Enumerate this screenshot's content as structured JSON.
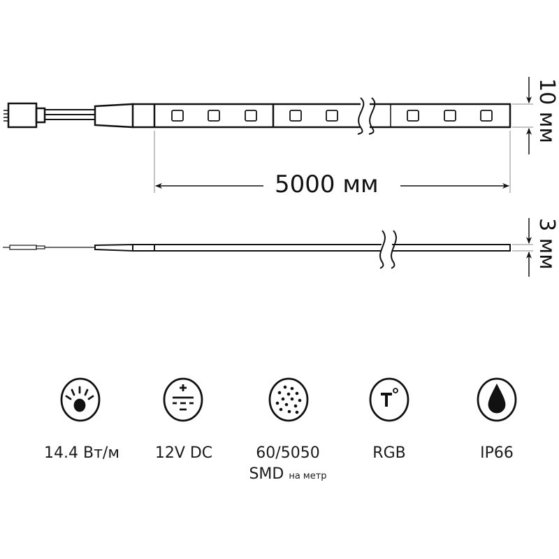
{
  "dimensions": {
    "length": "5000 мм",
    "width": "10 мм",
    "thickness": "3 мм"
  },
  "specs": [
    {
      "icon": "power-icon",
      "label": "14.4 Вт/м"
    },
    {
      "icon": "dc-voltage-icon",
      "label": "12V DC"
    },
    {
      "icon": "led-dots-icon",
      "label": "60/5050",
      "sub_main": "SMD",
      "sub_small": "на метр"
    },
    {
      "icon": "color-temperature-icon",
      "label": "RGB"
    },
    {
      "icon": "water-drop-icon",
      "label": "IP66"
    }
  ]
}
